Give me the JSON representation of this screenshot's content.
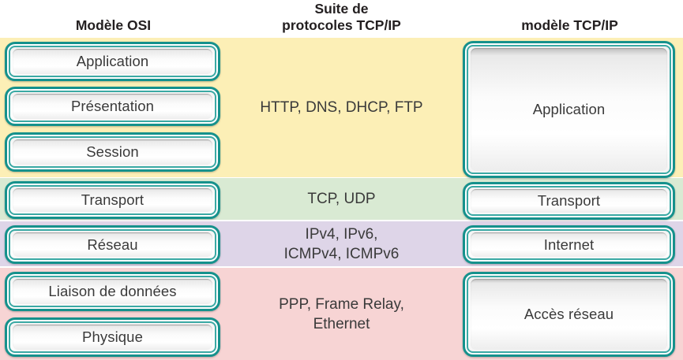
{
  "colors": {
    "band_application": "#fcefb6",
    "band_transport": "#d9ead3",
    "band_internet": "#ded5e8",
    "band_network_access": "#f7d4d4",
    "box_border_teal": "#15918c",
    "box_border_inner_teal": "#3aa9a4",
    "text_dark": "#3a3a3a",
    "heading_text": "#231f20",
    "page_background": "#ffffff"
  },
  "headers": {
    "osi": "Modèle OSI",
    "suite_line1": "Suite de",
    "suite_line2": "protocoles TCP/IP",
    "tcpip": "modèle TCP/IP"
  },
  "osi_model": {
    "title": "Modèle OSI",
    "layers": [
      {
        "label": "Application"
      },
      {
        "label": "Présentation"
      },
      {
        "label": "Session"
      },
      {
        "label": "Transport"
      },
      {
        "label": "Réseau"
      },
      {
        "label": "Liaison de données"
      },
      {
        "label": "Physique"
      }
    ]
  },
  "protocol_suite": {
    "title": "Suite de protocoles TCP/IP",
    "groups": [
      {
        "text": "HTTP, DNS, DHCP, FTP",
        "band": "application"
      },
      {
        "text": "TCP, UDP",
        "band": "transport"
      },
      {
        "text": "IPv4, IPv6,\nICMPv4, ICMPv6",
        "band": "internet"
      },
      {
        "text": "PPP, Frame Relay,\nEthernet",
        "band": "network-access"
      }
    ]
  },
  "tcpip_model": {
    "title": "modèle TCP/IP",
    "layers": [
      {
        "label": "Application"
      },
      {
        "label": "Transport"
      },
      {
        "label": "Internet"
      },
      {
        "label": "Accès réseau"
      }
    ]
  }
}
